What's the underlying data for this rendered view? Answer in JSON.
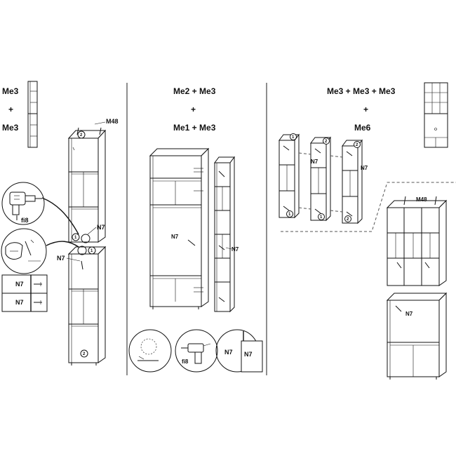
{
  "panel_left": {
    "title_line1": "Me3",
    "title_plus": "+",
    "title_line2": "Me3",
    "hardware_top": "M48",
    "tool_label": "fi8",
    "fastener_a": "N7",
    "fastener_b": "N7",
    "fastener_c": "N7",
    "fastener_d": "N7",
    "step_1a": "1",
    "step_1b": "1",
    "step_2a": "2",
    "step_2b": "2"
  },
  "panel_middle": {
    "title_line1": "Me2 + Me3",
    "title_plus": "+",
    "title_line2": "Me1 + Me3",
    "fastener_a": "N7",
    "fastener_b": "N7",
    "tool_label": "fi8",
    "detail_a": "N7",
    "detail_b": "N7"
  },
  "panel_right": {
    "title_line1": "Me3 + Me3 + Me3",
    "title_plus": "+",
    "title_line2": "Me6",
    "hardware_top": "M48",
    "fastener_a": "N7",
    "fastener_b": "N7",
    "fastener_c": "N7",
    "steps": [
      "1",
      "2",
      "2",
      "1",
      "1",
      "2"
    ]
  }
}
